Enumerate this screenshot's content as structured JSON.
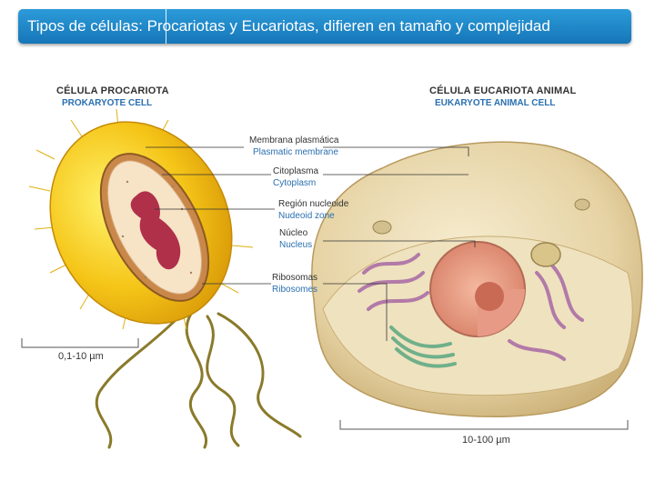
{
  "title": {
    "left": "Tipos de células:",
    "right": "Procariotas y Eucariotas, difieren en tamaño y complejidad"
  },
  "prokaryote": {
    "title_es": "CÉLULA PROCARIOTA",
    "title_en": "PROKARYOTE CELL",
    "scale": "0,1-10 µm"
  },
  "eukaryote": {
    "title_es": "CÉLULA EUCARIOTA ANIMAL",
    "title_en": "EUKARYOTE ANIMAL CELL",
    "scale": "10-100 µm"
  },
  "labels": [
    {
      "es": "Membrana plasmática",
      "en": "Plasmatic membrane"
    },
    {
      "es": "Citoplasma",
      "en": "Cytoplasm"
    },
    {
      "es": "Región nucleoide",
      "en": "Nudeoid zone"
    },
    {
      "es": "Núcleo",
      "en": "Nucleus"
    },
    {
      "es": "Ribosomas",
      "en": "Ribosomes"
    }
  ],
  "colors": {
    "title_bar": "#1e88c9",
    "label_blue": "#2a6fb0",
    "prokaryote_body": "#f2c21a",
    "eukaryote_body": "#e8d9b0"
  }
}
